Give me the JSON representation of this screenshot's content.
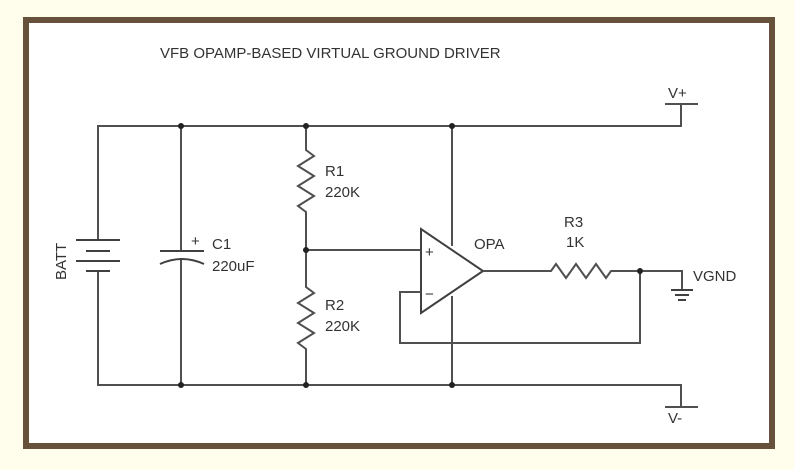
{
  "diagram": {
    "title": "VFB OPAMP-BASED VIRTUAL GROUND DRIVER",
    "components": {
      "battery": {
        "label": "BATT"
      },
      "c1": {
        "ref": "C1",
        "value": "220uF",
        "polarity": "+"
      },
      "r1": {
        "ref": "R1",
        "value": "220K"
      },
      "r2": {
        "ref": "R2",
        "value": "220K"
      },
      "r3": {
        "ref": "R3",
        "value": "1K"
      },
      "opamp": {
        "ref": "OPA",
        "plus": "+",
        "minus": "−"
      }
    },
    "nets": {
      "vplus": "V+",
      "vminus": "V-",
      "vgnd": "VGND"
    },
    "colors": {
      "background": "#fffdeb",
      "border": "#66513a",
      "wire": "#505050",
      "text": "#333333"
    }
  }
}
